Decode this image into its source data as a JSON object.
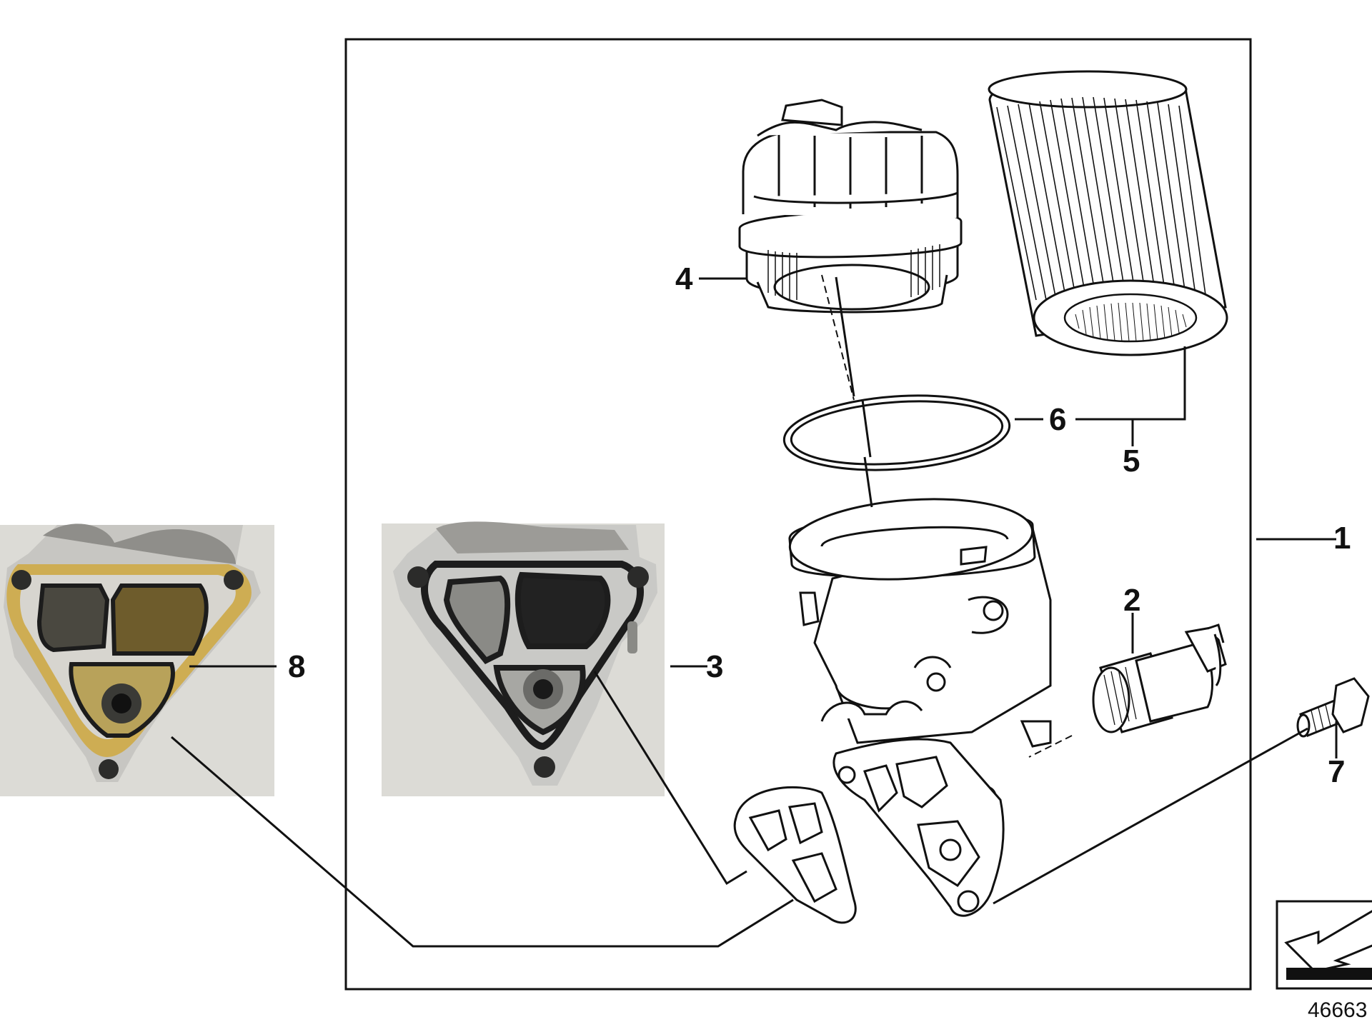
{
  "diagram": {
    "callouts": {
      "c1": "1",
      "c2": "2",
      "c3": "3",
      "c4": "4",
      "c5": "5",
      "c6": "6",
      "c7": "7",
      "c8": "8"
    },
    "reference_number": "46663"
  },
  "colors": {
    "line": "#111111",
    "photo_background": "#d9d8d4",
    "housing_metal": "#b9bcc0",
    "gasket_dark": "#2b2b2b",
    "gasket_yellow": "#c9a23a"
  }
}
